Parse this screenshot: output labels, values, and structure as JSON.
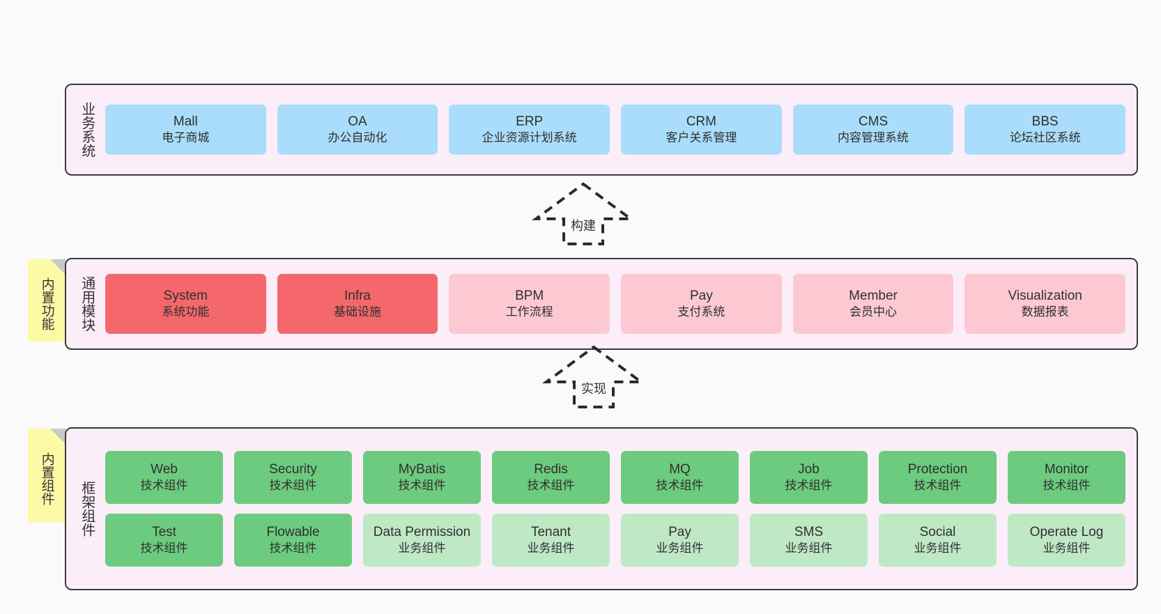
{
  "diagram": {
    "title": "",
    "colors": {
      "panel_background": "#fbeef8",
      "panel_border": "#3a3a3a",
      "business_node": "#aaddfb",
      "common_core_node": "#f4686c",
      "common_node": "#fcc9d2",
      "tech_component_node": "#6ccb7f",
      "business_component_node": "#bfe8c5",
      "note_background": "#fcfaa4",
      "note_fold": "#c9c9c9",
      "canvas_background": "#fafafa"
    }
  },
  "layers": {
    "business": {
      "label": "业务系统",
      "nodes": [
        {
          "name": "Mall",
          "desc": "电子商城"
        },
        {
          "name": "OA",
          "desc": "办公自动化"
        },
        {
          "name": "ERP",
          "desc": "企业资源计划系统"
        },
        {
          "name": "CRM",
          "desc": "客户关系管理"
        },
        {
          "name": "CMS",
          "desc": "内容管理系统"
        },
        {
          "name": "BBS",
          "desc": "论坛社区系统"
        }
      ]
    },
    "common": {
      "label": "通用模块",
      "note": "内置功能",
      "nodes": [
        {
          "name": "System",
          "desc": "系统功能"
        },
        {
          "name": "Infra",
          "desc": "基础设施"
        },
        {
          "name": "BPM",
          "desc": "工作流程"
        },
        {
          "name": "Pay",
          "desc": "支付系统"
        },
        {
          "name": "Member",
          "desc": "会员中心"
        },
        {
          "name": "Visualization",
          "desc": "数据报表"
        }
      ]
    },
    "framework": {
      "label": "框架组件",
      "note": "内置组件",
      "row1": [
        {
          "name": "Web",
          "desc": "技术组件"
        },
        {
          "name": "Security",
          "desc": "技术组件"
        },
        {
          "name": "MyBatis",
          "desc": "技术组件"
        },
        {
          "name": "Redis",
          "desc": "技术组件"
        },
        {
          "name": "MQ",
          "desc": "技术组件"
        },
        {
          "name": "Job",
          "desc": "技术组件"
        },
        {
          "name": "Protection",
          "desc": "技术组件"
        },
        {
          "name": "Monitor",
          "desc": "技术组件"
        }
      ],
      "row2": [
        {
          "name": "Test",
          "desc": "技术组件"
        },
        {
          "name": "Flowable",
          "desc": "技术组件"
        },
        {
          "name": "Data Permission",
          "desc": "业务组件"
        },
        {
          "name": "Tenant",
          "desc": "业务组件"
        },
        {
          "name": "Pay",
          "desc": "业务组件"
        },
        {
          "name": "SMS",
          "desc": "业务组件"
        },
        {
          "name": "Social",
          "desc": "业务组件"
        },
        {
          "name": "Operate Log",
          "desc": "业务组件"
        }
      ]
    }
  },
  "connectors": [
    {
      "id": "build",
      "label": "构建",
      "from": "通用模块",
      "to": "业务系统"
    },
    {
      "id": "implement",
      "label": "实现",
      "from": "框架组件",
      "to": "通用模块"
    }
  ]
}
